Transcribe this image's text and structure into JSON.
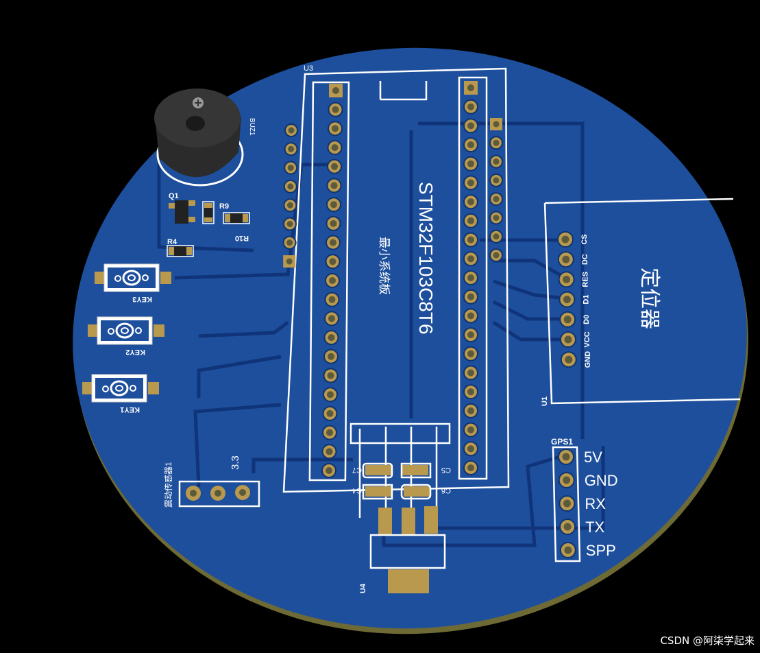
{
  "colors": {
    "board": "#1d4f9c",
    "pad": "#b8994e",
    "silk": "#ffffff",
    "edge": "#6e6a35"
  },
  "labels": {
    "u3": "U3",
    "mcu": "STM32F103C8T6",
    "min_system": "最小系统板",
    "buz1": "BUZ1",
    "q1": "Q1",
    "r9": "R9",
    "r10": "R10",
    "r4": "R4",
    "key1": "KEY1",
    "key2": "KEY2",
    "key3": "KEY3",
    "vib_sensor": "震动传感器1",
    "v33": "3.3",
    "c7": "C7",
    "c5": "C5",
    "c4": "C4",
    "c6": "C6",
    "u4": "U4",
    "u1": "U1",
    "locator": "定位器",
    "gps1": "GPS1"
  },
  "oled_pins": [
    "CS",
    "DC",
    "RES",
    "D1",
    "D0",
    "VCC",
    "GND"
  ],
  "gps_pins": [
    "5V",
    "GND",
    "RX",
    "TX",
    "SPP"
  ],
  "watermark": "CSDN @阿柒学起来"
}
